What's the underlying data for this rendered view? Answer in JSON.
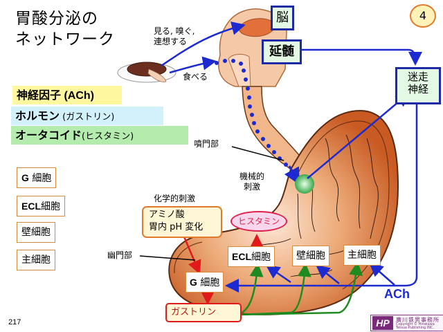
{
  "slide": {
    "title_lines": [
      "胃酸分泌の",
      "ネットワーク"
    ],
    "slide_badge": "4",
    "page_number": "217"
  },
  "legend": {
    "neural": {
      "main": "神経因子",
      "sub": " (ACh)",
      "color": "#fff7a0"
    },
    "hormone": {
      "main": "ホルモン",
      "sub": " (ガストリン)",
      "color": "#d3f1fb"
    },
    "autacoid": {
      "main": "オータコイド",
      "sub": "(ヒスタミン)",
      "color": "#b3ecad"
    }
  },
  "cell_key": [
    {
      "bold": "G",
      "rest": " 細胞"
    },
    {
      "bold": "ECL",
      "rest": "細胞"
    },
    {
      "bold": "",
      "rest": "壁細胞"
    },
    {
      "bold": "",
      "rest": "主細胞"
    }
  ],
  "nodes": {
    "brain": "脳",
    "medulla": "延髄",
    "vagus_line1": "迷走",
    "vagus_line2": "神経"
  },
  "annotations": {
    "see_smell_1": "見る, 嗅ぐ,",
    "see_smell_2": "連想する",
    "eat": "食べる",
    "cardia": "噴門部",
    "mechanical_1": "機械的",
    "mechanical_2": "刺激",
    "chemical": "化学的刺激",
    "pylorus": "幽門部"
  },
  "stimuli": {
    "amino_line1": "アミノ酸",
    "amino_line2": "胃内 pH 変化"
  },
  "signals": {
    "histamine": "ヒスタミン",
    "gastrin": "ガストリン",
    "ach": "ACh"
  },
  "stomach_cells": {
    "g_cell_bold": "G",
    "g_cell_rest": " 細胞",
    "ecl_bold": "ECL",
    "ecl_rest": "細胞",
    "parietal": "壁細胞",
    "chief": "主細胞"
  },
  "logo": {
    "mark": "HP",
    "name": "廣川鉄男事務所",
    "copyright": "Copyright © Hirokawa Tetsuo Publishing INC."
  },
  "colors": {
    "nerve_blue": "#1c2ad0",
    "hormone_green": "#1f8a1f",
    "stimulus_red": "#e01a1a",
    "stomach_fill": "#d9733a"
  }
}
